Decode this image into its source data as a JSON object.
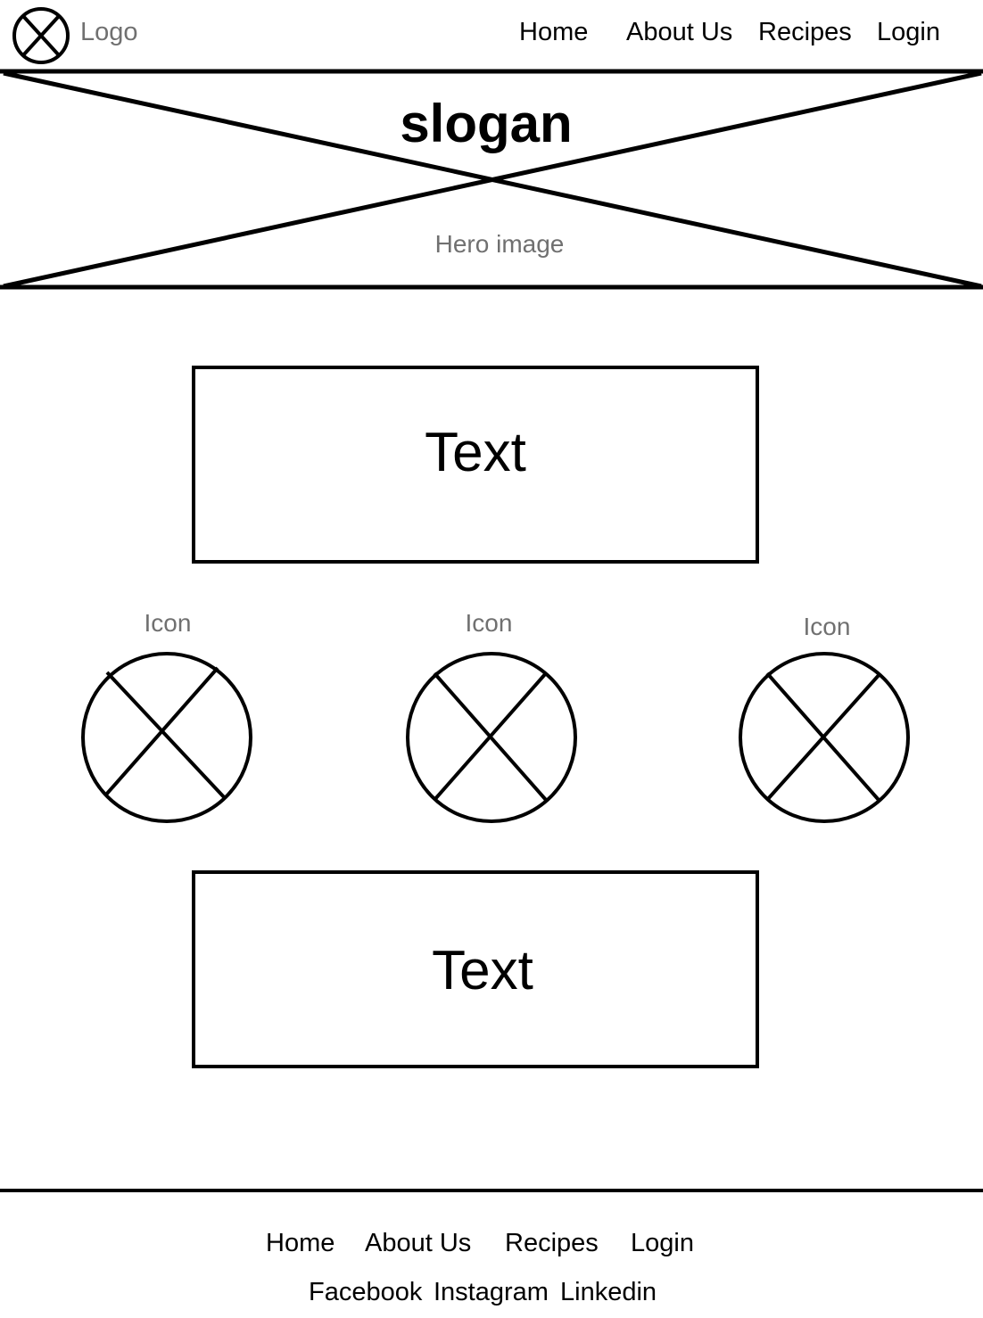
{
  "header": {
    "logo_label": "Logo",
    "logo_icon": "placeholder-x-circle-icon",
    "nav": [
      "Home",
      "About Us",
      "Recipes",
      "Login"
    ]
  },
  "hero": {
    "slogan": "slogan",
    "label": "Hero image"
  },
  "content": {
    "text_box_1": "Text",
    "text_box_2": "Text",
    "icons": [
      {
        "label": "Icon",
        "icon": "placeholder-x-circle-icon"
      },
      {
        "label": "Icon",
        "icon": "placeholder-x-circle-icon"
      },
      {
        "label": "Icon",
        "icon": "placeholder-x-circle-icon"
      }
    ]
  },
  "footer": {
    "nav": [
      "Home",
      "About Us",
      "Recipes",
      "Login"
    ],
    "social": [
      "Facebook",
      "Instagram",
      "Linkedin"
    ]
  },
  "colors": {
    "stroke": "#000000",
    "label_gray": "#707070",
    "background": "#ffffff"
  }
}
